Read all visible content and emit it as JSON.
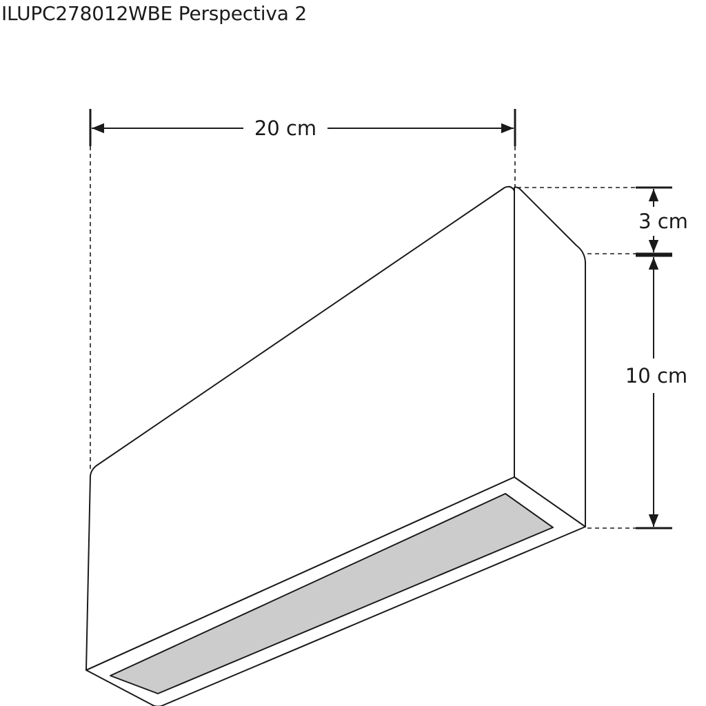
{
  "title": "ILUPC278012WBE Perspectiva 2",
  "dimensions": {
    "width": "20 cm",
    "depth": "3 cm",
    "height": "10 cm"
  },
  "colors": {
    "line": "#1a1a1a",
    "diffuser": "#cccccc",
    "background": "#ffffff"
  }
}
